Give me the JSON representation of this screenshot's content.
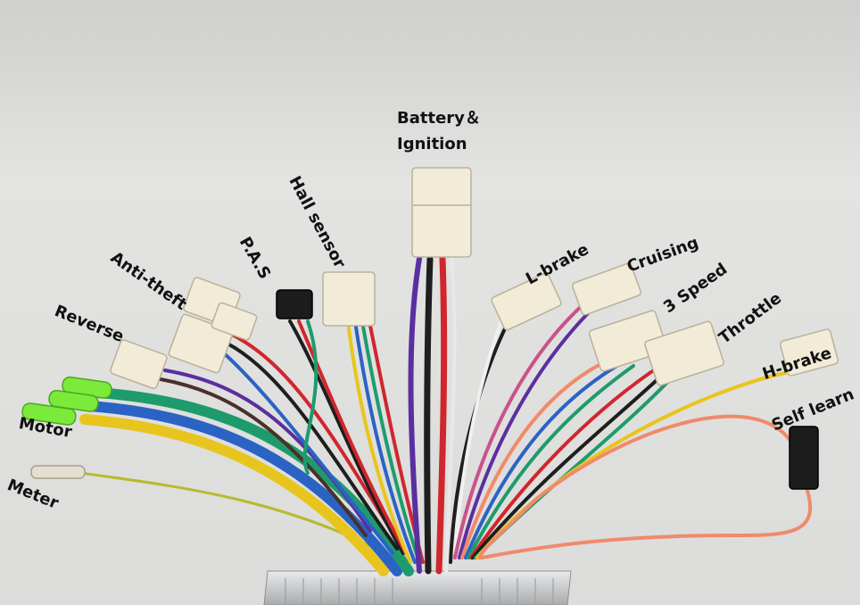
{
  "labels": {
    "battery_line1": "Battery＆",
    "battery_line2": "Ignition",
    "hall_sensor": "Hall sensor",
    "pas": "P.A.S",
    "anti_theft": "Anti-theft",
    "reverse": "Reverse",
    "motor": "Motor",
    "meter": "Meter",
    "l_brake": "L-brake",
    "cruising": "Cruising",
    "three_speed": "3 Speed",
    "throttle": "Throttle",
    "h_brake": "H-brake",
    "self_learn": "Self learn"
  },
  "colors": {
    "background": "#d9d9d7",
    "connector_white": "#f1ebd8",
    "connector_black": "#1c1c1c",
    "wire_red": "#d0262e",
    "wire_black": "#1e1e1e",
    "wire_blue": "#2b63c4",
    "wire_green": "#1e9b6d",
    "wire_yellow": "#e8c51e",
    "wire_purple": "#5a2fa0",
    "wire_brown": "#4b2f2a",
    "wire_orange": "#f08a6a",
    "controller_silver": "#c9cacb"
  }
}
